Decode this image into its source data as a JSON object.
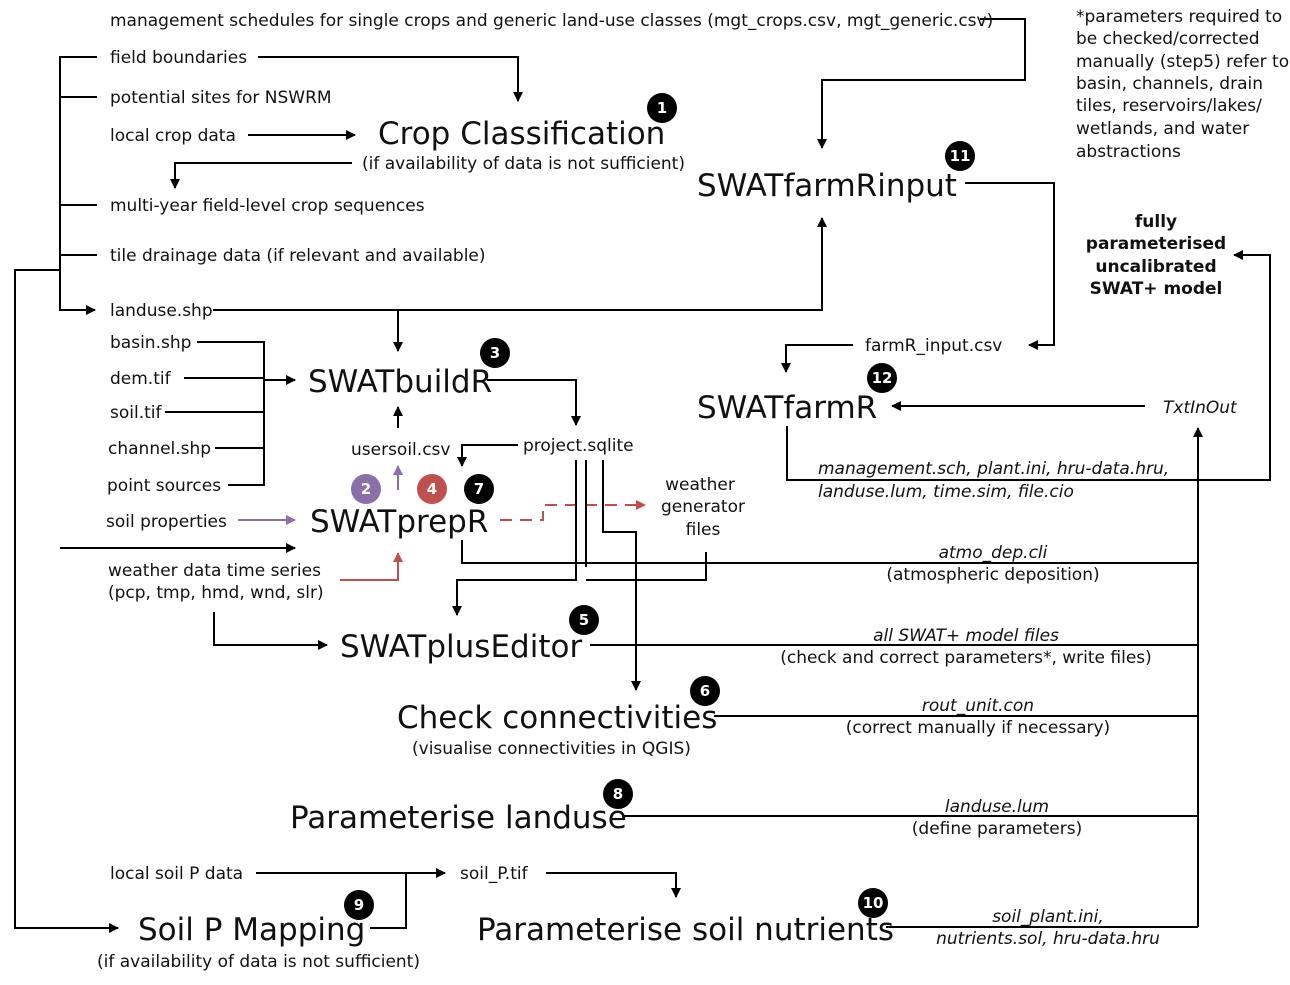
{
  "inputs": {
    "mgt_schedules": "management schedules for single crops and generic land-use classes (mgt_crops.csv, mgt_generic.csv)",
    "field_boundaries": "field boundaries",
    "potential_sites": "potential sites for NSWRM",
    "local_crop_data": "local crop data",
    "crop_sequences": "multi-year field-level crop sequences",
    "tile_drainage": "tile drainage data (if relevant and available)",
    "landuse_shp": "landuse.shp",
    "basin_shp": "basin.shp",
    "dem_tif": "dem.tif",
    "soil_tif": "soil.tif",
    "channel_shp": "channel.shp",
    "point_sources": "point sources",
    "soil_properties": "soil properties",
    "weather_line1": "weather data time series",
    "weather_line2": "(pcp, tmp, hmd, wnd, slr)",
    "local_soil_p": "local soil P data",
    "soil_p_tif": "soil_P.tif"
  },
  "tools": {
    "crop_classification": "Crop Classification",
    "crop_classification_note": "(if availability of data is not sufficient)",
    "swatfarmrinput": "SWATfarmRinput",
    "swatbuildr": "SWATbuildR",
    "swatpreprr": "SWATprepR",
    "swatfarmr": "SWATfarmR",
    "swatpluseditor": "SWATplusEditor",
    "check_connectivities": "Check connectivities",
    "check_connectivities_note": "(visualise connectivities in QGIS)",
    "parameterise_landuse": "Parameterise landuse",
    "soil_p_mapping": "Soil P Mapping",
    "soil_p_mapping_note": "(if availability of data is not sufficient)",
    "parameterise_soil_nutrients": "Parameterise soil nutrients"
  },
  "intermediates": {
    "usersoil_csv": "usersoil.csv",
    "project_sqlite": "project.sqlite",
    "weather_gen_1": "weather",
    "weather_gen_2": "generator",
    "weather_gen_3": "files",
    "farmr_input_csv": "farmR_input.csv",
    "txtinout": "TxtInOut"
  },
  "outputs": {
    "farmr_files_1": "management.sch, plant.ini, hru-data.hru,",
    "farmr_files_2": "landuse.lum, time.sim, file.cio",
    "atmo_file": "atmo_dep.cli",
    "atmo_note": "(atmospheric deposition)",
    "editor_files": "all SWAT+ model files",
    "editor_note": "(check and correct parameters*, write files)",
    "rout_file": "rout_unit.con",
    "rout_note": "(correct manually if necessary)",
    "landuse_lum": "landuse.lum",
    "landuse_note": "(define parameters)",
    "nutrient_files_1": "soil_plant.ini,",
    "nutrient_files_2": "nutrients.sol, hru-data.hru"
  },
  "final_model": {
    "line1": "fully",
    "line2": "parameterised",
    "line3": "uncalibrated",
    "line4": "SWAT+ model"
  },
  "note": {
    "line1": "*parameters required to",
    "line2": "be checked/corrected",
    "line3": "manually (step5) refer to:",
    "line4": "basin, channels, drain",
    "line5": "tiles, reservoirs/lakes/",
    "line6": "wetlands, and water",
    "line7": "abstractions"
  },
  "steps": {
    "s1": "1",
    "s2": "2",
    "s3": "3",
    "s4": "4",
    "s5": "5",
    "s6": "6",
    "s7": "7",
    "s8": "8",
    "s9": "9",
    "s10": "10",
    "s11": "11",
    "s12": "12"
  },
  "colors": {
    "black": "#000000",
    "purple": "#8a6fa8",
    "red": "#c0504d"
  }
}
